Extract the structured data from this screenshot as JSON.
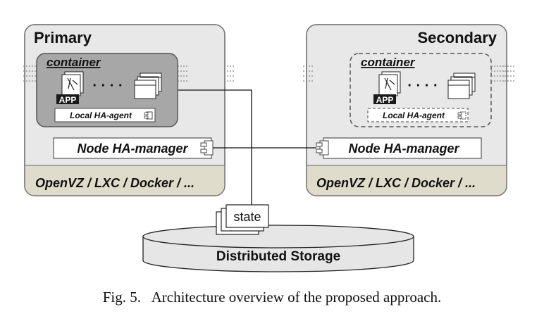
{
  "nodes": {
    "primary": {
      "title": "Primary",
      "container_label": "container",
      "app_label": "APP",
      "dots": "· · · ·",
      "agent_label": "Local HA-agent",
      "manager_label": "Node HA-manager",
      "platform_label": "OpenVZ / LXC / Docker / ..."
    },
    "secondary": {
      "title": "Secondary",
      "container_label": "container",
      "app_label": "APP",
      "dots": "· · · ·",
      "agent_label": "Local HA-agent",
      "manager_label": "Node HA-manager",
      "platform_label": "OpenVZ / LXC / Docker / ..."
    }
  },
  "state_label": "state",
  "storage_label": "Distributed Storage",
  "caption": {
    "prefix": "Fig. 5.",
    "text": "Architecture overview of the proposed approach."
  },
  "colors": {
    "node_fill": "#e8e8e8",
    "node_border": "#7a7a7a",
    "platform_fill": "#e0dccb",
    "container_fill": "#a7a7a7",
    "storage_fill": "#e6e6e6"
  }
}
